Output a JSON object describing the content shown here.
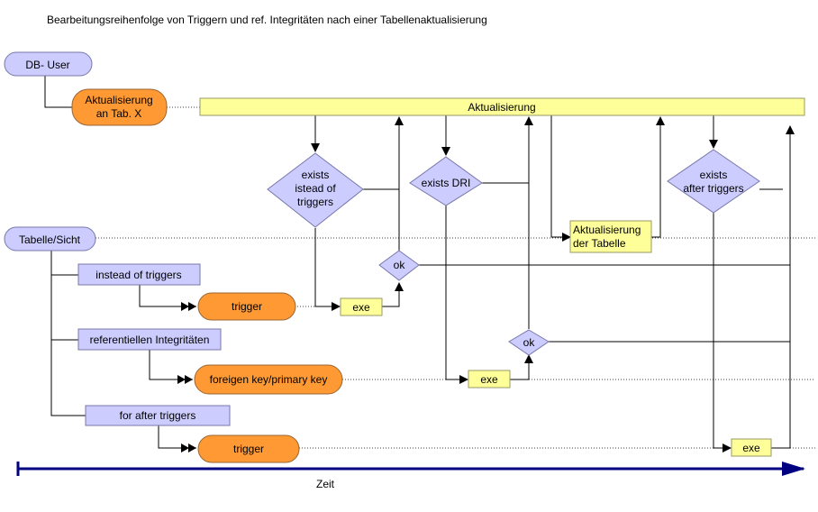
{
  "title": "Bearbeitungsreihenfolge von Triggern und ref. Integritäten nach einer Tabellenaktualisierung",
  "nodes": {
    "db_user": "DB- User",
    "aktualisierung_tab_line1": "Aktualisierung",
    "aktualisierung_tab_line2": "an Tab. X",
    "aktualisierung_bar": "Aktualisierung",
    "exists_instead_line1": "exists",
    "exists_instead_line2": "istead of",
    "exists_instead_line3": "triggers",
    "exists_dri": "exists DRI",
    "aktualisierung_tabelle_line1": "Aktualisierung",
    "aktualisierung_tabelle_line2": "der Tabelle",
    "exists_after_line1": "exists",
    "exists_after_line2": "after triggers",
    "tabelle_sicht": "Tabelle/Sicht",
    "ok_1": "ok",
    "instead_of_triggers": "instead of triggers",
    "trigger_1": "trigger",
    "exe_1": "exe",
    "referentiellen_integritaeten": "referentiellen Integritäten",
    "ok_2": "ok",
    "foreign_key": "foreigen key/primary key",
    "exe_2": "exe",
    "for_after_triggers": "for after triggers",
    "trigger_2": "trigger",
    "exe_3": "exe"
  },
  "timeline_label": "Zeit",
  "colors": {
    "lavender": "#ccccff",
    "orange": "#ff9933",
    "yellow": "#ffff99",
    "timeline": "#000080"
  }
}
